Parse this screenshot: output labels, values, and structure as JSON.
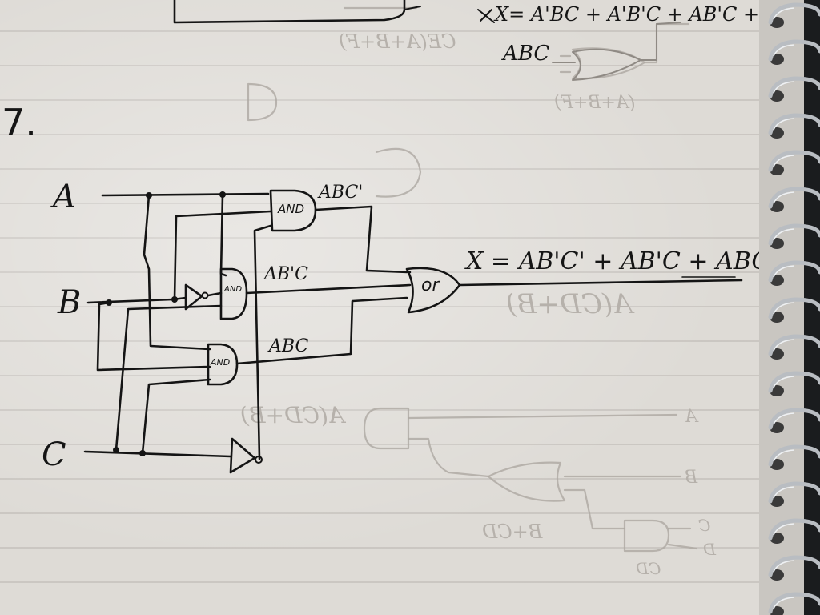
{
  "problem_number": "7.",
  "inputs": {
    "a": "A",
    "b": "B",
    "c": "C"
  },
  "gates": {
    "and1": "AND",
    "and2": "AND",
    "and3": "AND",
    "or1": "or"
  },
  "terms": {
    "t1": "ABC'",
    "t2": "AB'C",
    "t3": "ABC"
  },
  "output_expression": "X = AB'C' + AB'C + ABC",
  "top_fragment": {
    "line1": "X= A'BC + A'B'C + AB'C +",
    "line2": "ABC"
  },
  "bleed_through": {
    "a": "A(CD+B)",
    "b": "A(CD+B)",
    "c": "CE(A+B+F)",
    "d": "(A+B+F)",
    "e": "B+CD",
    "f": "CD",
    "in_a": "A",
    "in_b": "B",
    "in_c": "C",
    "in_d": "D"
  },
  "colors": {
    "ink": "#141414",
    "paper": "#dedbd6",
    "rule": "#9a958f",
    "ghost": "#aca7a1"
  }
}
